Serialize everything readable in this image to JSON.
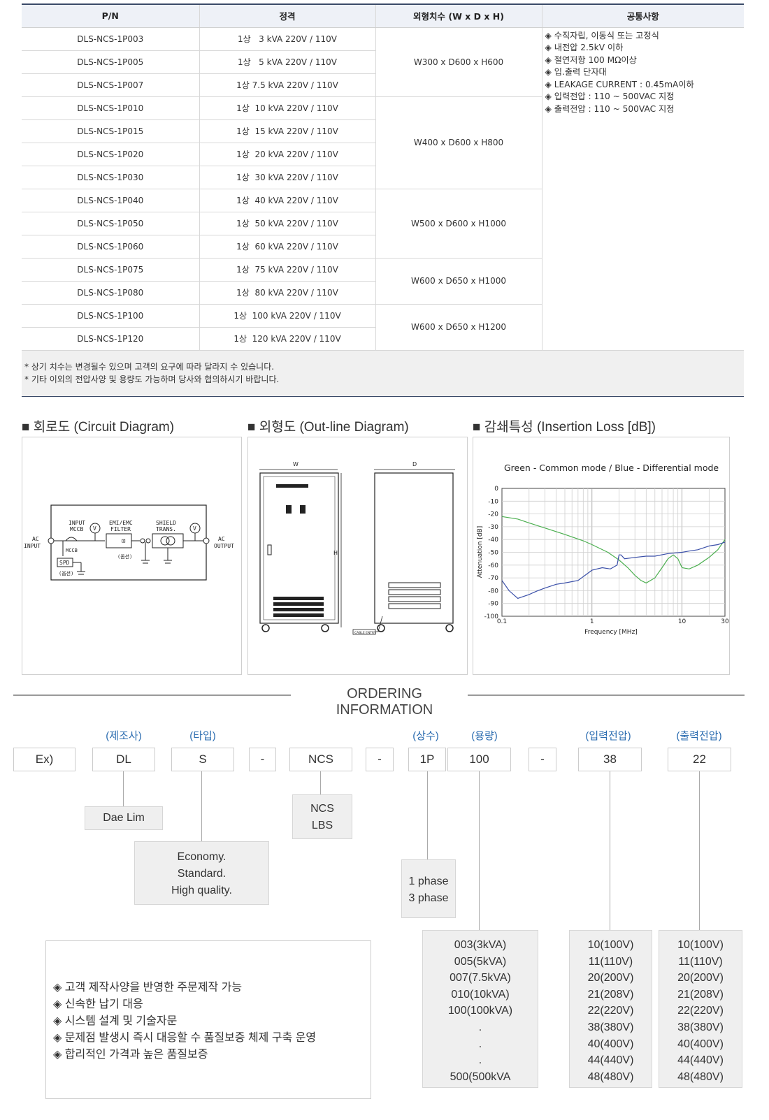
{
  "table": {
    "headers": [
      "P/N",
      "정격",
      "외형치수 (W x D x H)",
      "공통사항"
    ],
    "rows": [
      {
        "pn": "DLS-NCS-1P003",
        "rating": "1상   3 kVA 220V / 110V"
      },
      {
        "pn": "DLS-NCS-1P005",
        "rating": "1상   5 kVA 220V / 110V"
      },
      {
        "pn": "DLS-NCS-1P007",
        "rating": "1상 7.5 kVA 220V / 110V"
      },
      {
        "pn": "DLS-NCS-1P010",
        "rating": "1상  10 kVA 220V / 110V"
      },
      {
        "pn": "DLS-NCS-1P015",
        "rating": "1상  15 kVA 220V / 110V"
      },
      {
        "pn": "DLS-NCS-1P020",
        "rating": "1상  20 kVA 220V / 110V"
      },
      {
        "pn": "DLS-NCS-1P030",
        "rating": "1상  30 kVA 220V / 110V"
      },
      {
        "pn": "DLS-NCS-1P040",
        "rating": "1상  40 kVA 220V / 110V"
      },
      {
        "pn": "DLS-NCS-1P050",
        "rating": "1상  50 kVA 220V / 110V"
      },
      {
        "pn": "DLS-NCS-1P060",
        "rating": "1상  60 kVA 220V / 110V"
      },
      {
        "pn": "DLS-NCS-1P075",
        "rating": "1상  75 kVA 220V / 110V"
      },
      {
        "pn": "DLS-NCS-1P080",
        "rating": "1상  80 kVA 220V / 110V"
      },
      {
        "pn": "DLS-NCS-1P100",
        "rating": "1상  100 kVA 220V / 110V"
      },
      {
        "pn": "DLS-NCS-1P120",
        "rating": "1상  120 kVA 220V / 110V"
      }
    ],
    "dims": [
      {
        "text": "W300 x D600 x H600",
        "span": 3
      },
      {
        "text": "W400 x D600 x H800",
        "span": 4
      },
      {
        "text": "W500 x D600 x H1000",
        "span": 3
      },
      {
        "text": "W600 x D650 x H1000",
        "span": 2
      },
      {
        "text": "W600 x D650 x H1200",
        "span": 2
      }
    ],
    "common": [
      "◈ 수직자립, 이동식 또는 고정식",
      "◈ 내전압 2.5kV 이하",
      "◈ 절연저항 100 MΩ이상",
      "◈ 입.출력 단자대",
      "◈ LEAKAGE CURRENT : 0.45mA이하",
      "◈ 입력전압 : 110 ~ 500VAC 지정",
      "◈ 출력전압 : 110 ~ 500VAC 지정"
    ],
    "notes": [
      "* 상기 치수는 변경될수 있으며 고객의 요구에  따라 달라지 수 있습니다.",
      "* 기타 이외의 전압사양 및 용량도 가능하며 당사와 협의하시기 바랍니다."
    ]
  },
  "sections": {
    "circuit": "■ 회로도 (Circuit Diagram)",
    "outline": "■ 외형도 (Out-line Diagram)",
    "loss": "■ 감쇄특성 (Insertion Loss [dB])"
  },
  "circuit_labels": {
    "ac_input_1": "AC",
    "ac_input_2": "INPUT",
    "ac_output_1": "AC",
    "ac_output_2": "OUTPUT",
    "input_mccb_1": "INPUT",
    "input_mccb_2": "MCCB",
    "filter_1": "EMI/EMC",
    "filter_2": "FILTER",
    "shield_1": "SHIELD",
    "shield_2": "TRANS.",
    "mccb": "MCCB",
    "spd": "SPD",
    "opt1": "(옵션)",
    "opt2": "(옵션)",
    "v": "V"
  },
  "outline_labels": {
    "w": "W",
    "d": "D",
    "h": "H",
    "cable": "CABLE ENTRY"
  },
  "chart_data": {
    "type": "line",
    "title": "Green - Common mode / Blue - Differential mode",
    "xlabel": "Frequency [MHz]",
    "ylabel": "Attenuation [dB]",
    "xscale": "log",
    "xlim": [
      0.1,
      30
    ],
    "ylim": [
      -100,
      0
    ],
    "xticks": [
      "0.1",
      "1",
      "10",
      "30"
    ],
    "yticks": [
      "0",
      "-10",
      "-20",
      "-30",
      "-40",
      "-50",
      "-60",
      "-70",
      "-80",
      "-90",
      "-100"
    ],
    "grid": true,
    "series": [
      {
        "color": "#4caf50",
        "x": [
          0.1,
          0.15,
          0.2,
          0.3,
          0.5,
          0.8,
          1.0,
          1.5,
          2.0,
          2.5,
          3.0,
          3.5,
          4.0,
          5.0,
          6.0,
          7.0,
          8.0,
          9.0,
          10.0,
          12.0,
          15.0,
          20.0,
          25.0,
          30.0
        ],
        "y": [
          -22,
          -24,
          -27,
          -31,
          -36,
          -41,
          -44,
          -50,
          -56,
          -62,
          -68,
          -72,
          -74,
          -70,
          -62,
          -55,
          -52,
          -55,
          -62,
          -63,
          -60,
          -54,
          -48,
          -40
        ]
      },
      {
        "color": "#3a4fa8",
        "x": [
          0.1,
          0.12,
          0.15,
          0.2,
          0.25,
          0.3,
          0.4,
          0.5,
          0.7,
          1.0,
          1.3,
          1.6,
          1.9,
          2.0,
          2.1,
          2.3,
          3.0,
          4.0,
          5.0,
          7.0,
          10.0,
          12.0,
          15.0,
          20.0,
          25.0,
          30.0
        ],
        "y": [
          -72,
          -80,
          -86,
          -83,
          -80,
          -78,
          -75,
          -74,
          -72,
          -64,
          -62,
          -63,
          -60,
          -52,
          -52,
          -55,
          -54,
          -53,
          -53,
          -51,
          -50,
          -49,
          -48,
          -45,
          -44,
          -42
        ]
      }
    ]
  },
  "ordering": {
    "title": "ORDERING INFORMATION",
    "heads": {
      "maker": "(제조사)",
      "type": "(타입)",
      "phase": "(상수)",
      "capacity": "(용량)",
      "input": "(입력전압)",
      "output": "(출력전압)"
    },
    "codes": {
      "ex": "Ex)",
      "dl": "DL",
      "s": "S",
      "dash1": "-",
      "ncs": "NCS",
      "dash2": "-",
      "p": "1P",
      "cap": "100",
      "dash3": "-",
      "in": "38",
      "out": "22"
    },
    "maker_desc": "Dae Lim",
    "ncs_desc": [
      "NCS",
      "LBS"
    ],
    "type_desc": [
      "Economy.",
      "Standard.",
      "High quality."
    ],
    "phase_desc": [
      "1 phase",
      "3 phase"
    ],
    "capacity_desc": [
      "003(3kVA)",
      "005(5kVA)",
      "007(7.5kVA)",
      "010(10kVA)",
      "100(100kVA)",
      ".",
      ".",
      ".",
      "500(500kVA"
    ],
    "input_desc": [
      "10(100V)",
      "11(110V)",
      "20(200V)",
      "21(208V)",
      "22(220V)",
      "38(380V)",
      "40(400V)",
      "44(440V)",
      "48(480V)"
    ],
    "output_desc": [
      "10(100V)",
      "11(110V)",
      "20(200V)",
      "21(208V)",
      "22(220V)",
      "38(380V)",
      "40(400V)",
      "44(440V)",
      "48(480V)"
    ],
    "features": [
      "◈ 고객 제작사양을 반영한 주문제작 가능",
      "◈ 신속한 납기 대응",
      "◈ 시스템 설계 및 기술자문",
      "◈ 문제점 발생시 즉시 대응할 수 품질보증 체제 구축 운영",
      "◈ 합리적인 가격과 높은 품질보증"
    ]
  }
}
